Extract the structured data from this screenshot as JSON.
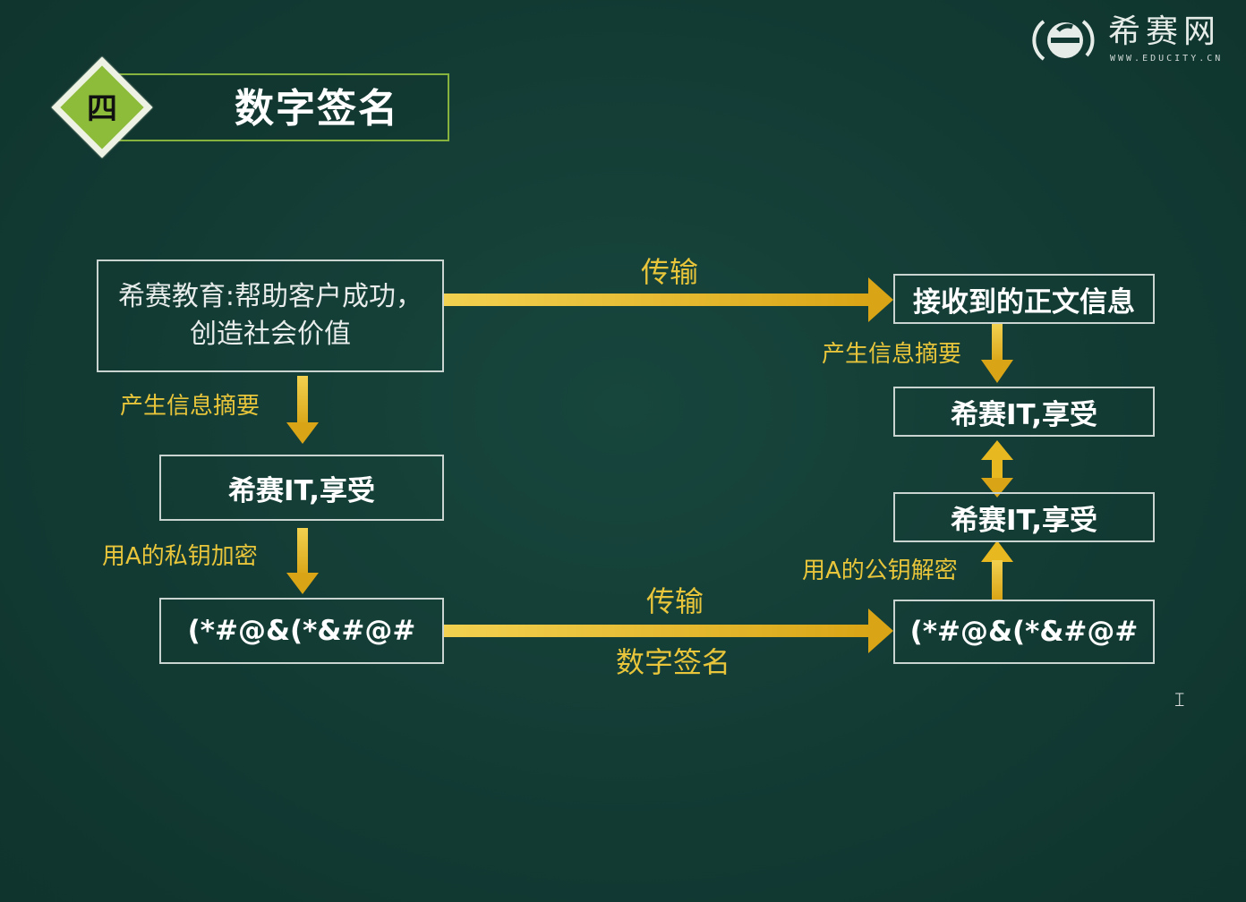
{
  "slide": {
    "badge": "四",
    "title": "数字签名"
  },
  "logo": {
    "name": "希赛网",
    "url": "WWW.EDUCITY.CN"
  },
  "sender": {
    "message": "希赛教育:帮助客户成功，创造社会价值",
    "digest_label": "产生信息摘要",
    "digest": "希赛IT,享受",
    "encrypt_label": "用A的私钥加密",
    "cipher": "(*#@&(*&#@#"
  },
  "receiver": {
    "received": "接收到的正文信息",
    "digest_label": "产生信息摘要",
    "digest": "希赛IT,享受",
    "decrypted": "希赛IT,享受",
    "decrypt_label": "用A的公钥解密",
    "cipher": "(*#@&(*&#@#"
  },
  "transfer": {
    "top_label": "传输",
    "bottom_label": "传输",
    "bottom_sublabel": "数字签名"
  },
  "colors": {
    "background": "#123a33",
    "accent_green": "#8cbc3a",
    "arrow_gold": "#e8b820",
    "label_yellow": "#e8c53a"
  }
}
